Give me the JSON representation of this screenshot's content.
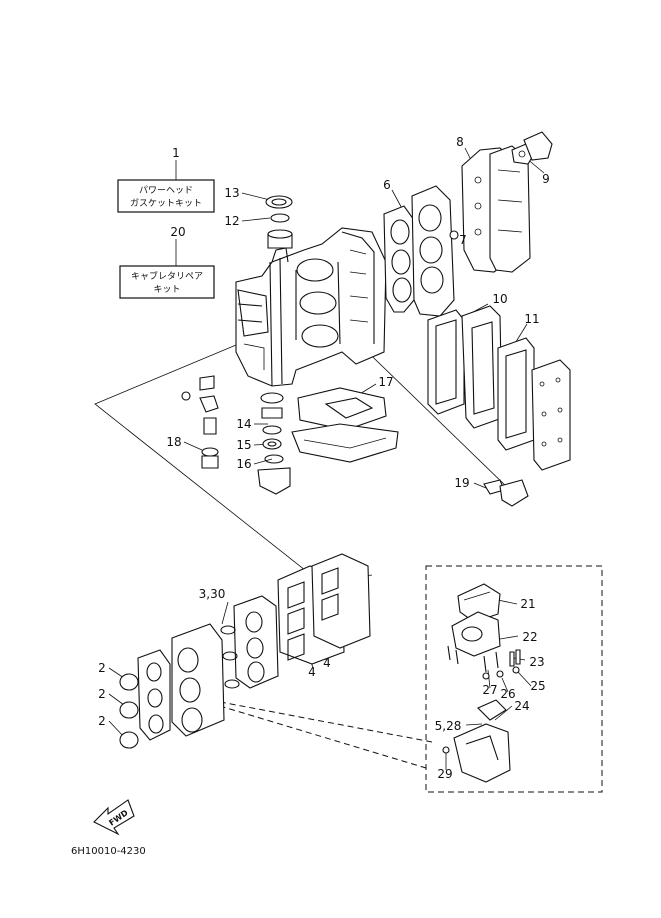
{
  "kit_boxes": [
    {
      "callout": "1",
      "lines": [
        "パワーヘッド",
        "ガスケットキット"
      ]
    },
    {
      "callout": "20",
      "lines": [
        "キャブレタリペア",
        "キット"
      ]
    }
  ],
  "callouts": [
    "2",
    "2",
    "2",
    "3,30",
    "4",
    "4",
    "5,28",
    "6",
    "7",
    "8",
    "9",
    "10",
    "11",
    "12",
    "13",
    "14",
    "15",
    "16",
    "17",
    "18",
    "19",
    "21",
    "22",
    "23",
    "24",
    "25",
    "26",
    "27",
    "29"
  ],
  "fwd_label": "FWD",
  "part_number": "6H10010-4230"
}
